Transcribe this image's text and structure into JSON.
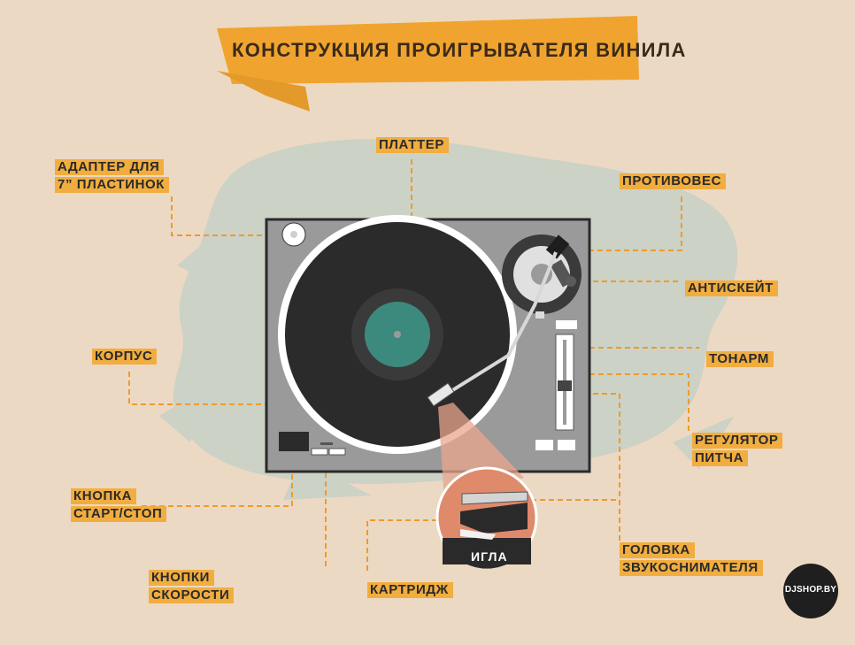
{
  "title": "КОНСТРУКЦИЯ ПРОИГРЫВАТЕЛЯ ВИНИЛА",
  "labels": {
    "adapter": [
      "АДАПТЕР ДЛЯ",
      "7” ПЛАСТИНОК"
    ],
    "platter": "ПЛАТТЕР",
    "counterweight": "ПРОТИВОВЕС",
    "antiskate": "АНТИСКЕЙТ",
    "body": "КОРПУС",
    "tonearm": "ТОНАРМ",
    "pitch": [
      "РЕГУЛЯТОР",
      "ПИТЧА"
    ],
    "startstop": [
      "КНОПКА",
      "СТАРТ/СТОП"
    ],
    "speed": [
      "КНОПКИ",
      "СКОРОСТИ"
    ],
    "cartridge": "КАРТРИДЖ",
    "headshell": [
      "ГОЛОВКА",
      "ЗВУКОСНИМАТЕЛЯ"
    ],
    "needle": "ИГЛА"
  },
  "logo": "DJSHOP.BY",
  "colors": {
    "background": "#ecd9c3",
    "accent": "#f1ad3f",
    "turntable_body": "#9a9a9a",
    "record": "#2b2b2b",
    "record_label": "#3c8a7d",
    "leader_line": "#ee9a2e",
    "needle_zoom": "#e08a6c"
  }
}
